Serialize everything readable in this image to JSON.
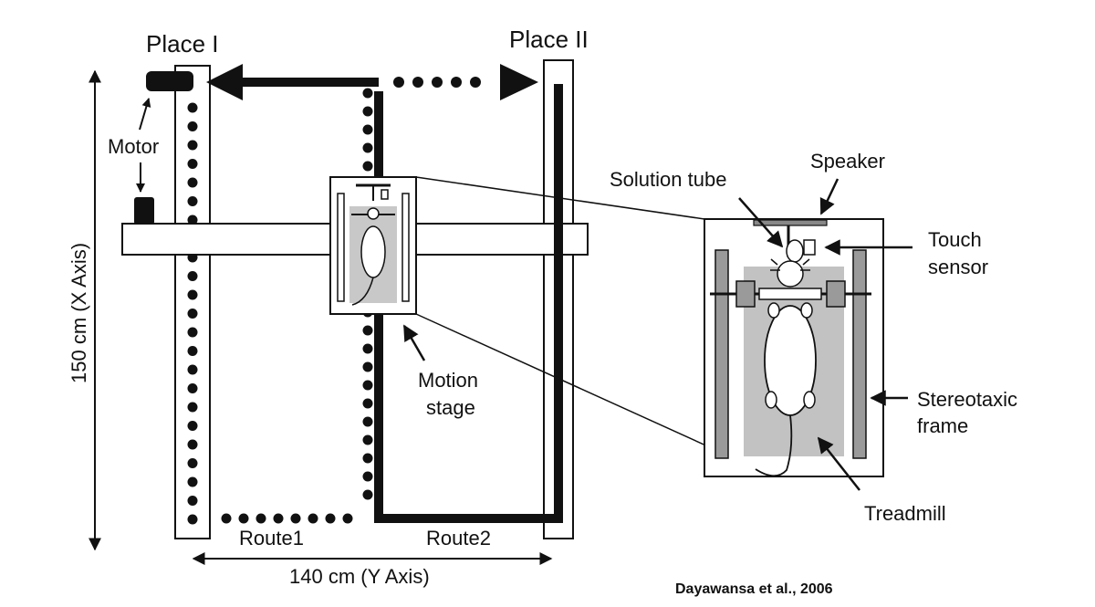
{
  "labels": {
    "place1": "Place I",
    "place2": "Place II",
    "motor": "Motor",
    "x_axis": "150 cm  (X Axis)",
    "y_axis": "140 cm (Y Axis)",
    "route1": "Route1",
    "route2": "Route2",
    "motion_stage_line1": "Motion",
    "motion_stage_line2": "stage",
    "solution_tube": "Solution tube",
    "speaker": "Speaker",
    "touch_sensor_line1": "Touch",
    "touch_sensor_line2": "sensor",
    "stereotaxic_line1": "Stereotaxic",
    "stereotaxic_line2": "frame",
    "treadmill": "Treadmill",
    "citation": "Dayawansa et al., 2006"
  },
  "colors": {
    "ink": "#111111",
    "treadmill_fill": "#bfbfbf",
    "background": "#ffffff"
  }
}
